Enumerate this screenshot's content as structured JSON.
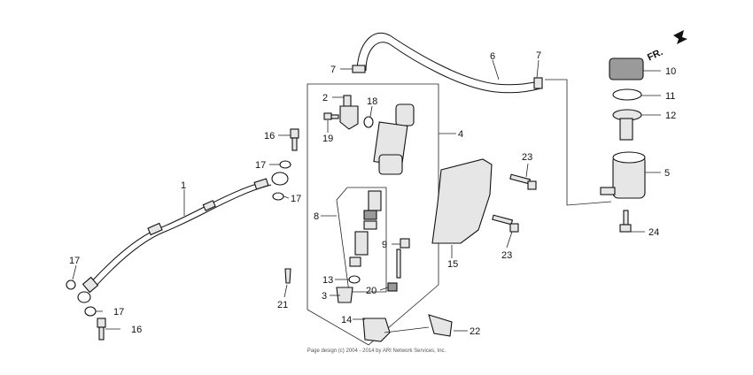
{
  "direction_arrow": {
    "label": "FR."
  },
  "callouts": [
    {
      "id": "c1",
      "text": "1"
    },
    {
      "id": "c2",
      "text": "2"
    },
    {
      "id": "c3",
      "text": "3"
    },
    {
      "id": "c4",
      "text": "4"
    },
    {
      "id": "c5",
      "text": "5"
    },
    {
      "id": "c6",
      "text": "6"
    },
    {
      "id": "c7a",
      "text": "7"
    },
    {
      "id": "c7b",
      "text": "7"
    },
    {
      "id": "c8",
      "text": "8"
    },
    {
      "id": "c9",
      "text": "9"
    },
    {
      "id": "c10",
      "text": "10"
    },
    {
      "id": "c11",
      "text": "11"
    },
    {
      "id": "c12",
      "text": "12"
    },
    {
      "id": "c13",
      "text": "13"
    },
    {
      "id": "c14",
      "text": "14"
    },
    {
      "id": "c15",
      "text": "15"
    },
    {
      "id": "c16a",
      "text": "16"
    },
    {
      "id": "c16b",
      "text": "16"
    },
    {
      "id": "c17a",
      "text": "17"
    },
    {
      "id": "c17b",
      "text": "17"
    },
    {
      "id": "c17c",
      "text": "17"
    },
    {
      "id": "c17d",
      "text": "17"
    },
    {
      "id": "c18",
      "text": "18"
    },
    {
      "id": "c19",
      "text": "19"
    },
    {
      "id": "c20",
      "text": "20"
    },
    {
      "id": "c21",
      "text": "21"
    },
    {
      "id": "c22",
      "text": "22"
    },
    {
      "id": "c23a",
      "text": "23"
    },
    {
      "id": "c23b",
      "text": "23"
    },
    {
      "id": "c24",
      "text": "24"
    }
  ],
  "footer": {
    "copyright": "Page design (c) 2004 - 2014 by ARI Network Services, Inc."
  }
}
